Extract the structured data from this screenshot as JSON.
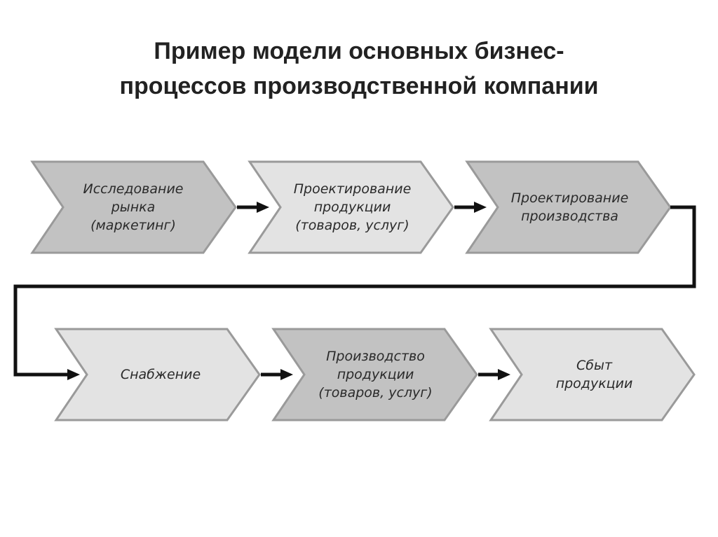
{
  "title": {
    "line1": "Пример модели основных бизнес-",
    "line2": "процессов производственной компании"
  },
  "steps": [
    {
      "lines": [
        "Исследование",
        "рынка",
        "(маркетинг)"
      ],
      "shade": "dark"
    },
    {
      "lines": [
        "Проектирование",
        "продукции",
        "(товаров, услуг)"
      ],
      "shade": "light"
    },
    {
      "lines": [
        "Проектирование",
        "производства"
      ],
      "shade": "dark"
    },
    {
      "lines": [
        "Снабжение"
      ],
      "shade": "light"
    },
    {
      "lines": [
        "Производство",
        "продукции",
        "(товаров, услуг)"
      ],
      "shade": "dark"
    },
    {
      "lines": [
        "Сбыт",
        "продукции"
      ],
      "shade": "light"
    }
  ],
  "colors": {
    "dark": "#c2c2c2",
    "light": "#e3e3e3",
    "border": "#9a9a9a",
    "arrow": "#111111"
  }
}
